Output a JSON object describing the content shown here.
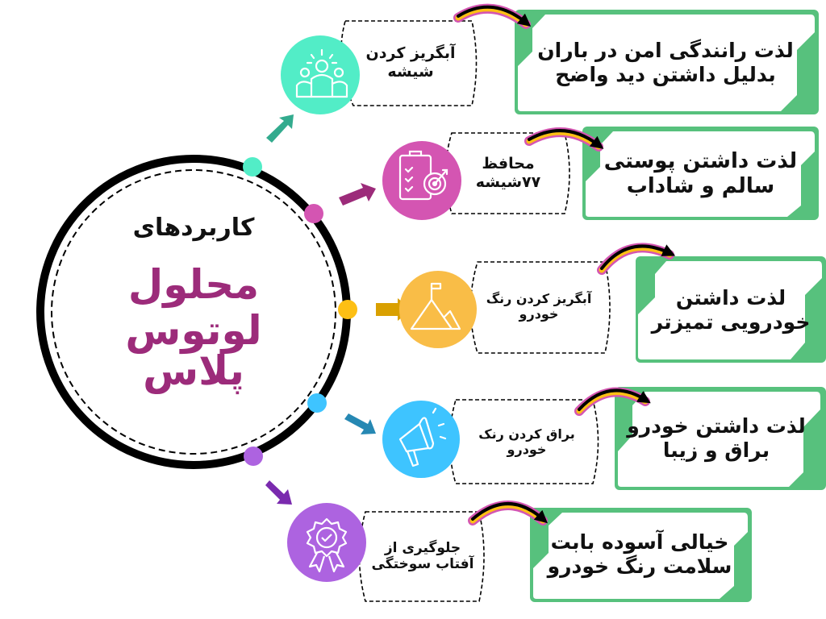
{
  "center": {
    "subtitle": "کاربردهای",
    "title_line1": "محلول",
    "title_line2": "لوتوس پلاس"
  },
  "colors": {
    "teal": "#52edc7",
    "teal_arrow": "#33ab8e",
    "pink": "#d455b2",
    "pink_arrow": "#9c2b7a",
    "yellow": "#fdbf14",
    "yellow_circle": "#f9bd47",
    "yellow_arrow": "#d9a000",
    "blue": "#3ec4ff",
    "blue_arrow": "#2688b3",
    "purple": "#ad63e0",
    "purple_arrow": "#7a2aae",
    "green_box": "#57c17d",
    "title_magenta": "#9c2b7a"
  },
  "items": [
    {
      "icon": "team-icon",
      "label_line1": "آبگریز کردن",
      "label_line2": "شیشه",
      "benefit_line1": "لذت رانندگی امن در باران",
      "benefit_line2": "بدلیل داشتن دید واضح"
    },
    {
      "icon": "clipboard-target-icon",
      "label_line1": "محافظ",
      "label_line2": "۷۷شیشه",
      "benefit_line1": "لذت داشتن پوستی",
      "benefit_line2": "سالم و شاداب"
    },
    {
      "icon": "mountain-flag-icon",
      "label_line1": "آبگریز کردن رنگ",
      "label_line2": "خودرو",
      "benefit_line1": "لذت داشتن",
      "benefit_line2": "خودرویی تمیزتر"
    },
    {
      "icon": "megaphone-icon",
      "label_line1": "براق کردن رنک",
      "label_line2": "خودرو",
      "benefit_line1": "لذت داشتن خودرو",
      "benefit_line2": "براق و زیبا"
    },
    {
      "icon": "award-badge-icon",
      "label_line1": "جلوگیری از",
      "label_line2": "آفتاب سوختگی",
      "benefit_line1": "خیالی آسوده بابت",
      "benefit_line2": "سلامت رنگ خودرو"
    }
  ]
}
